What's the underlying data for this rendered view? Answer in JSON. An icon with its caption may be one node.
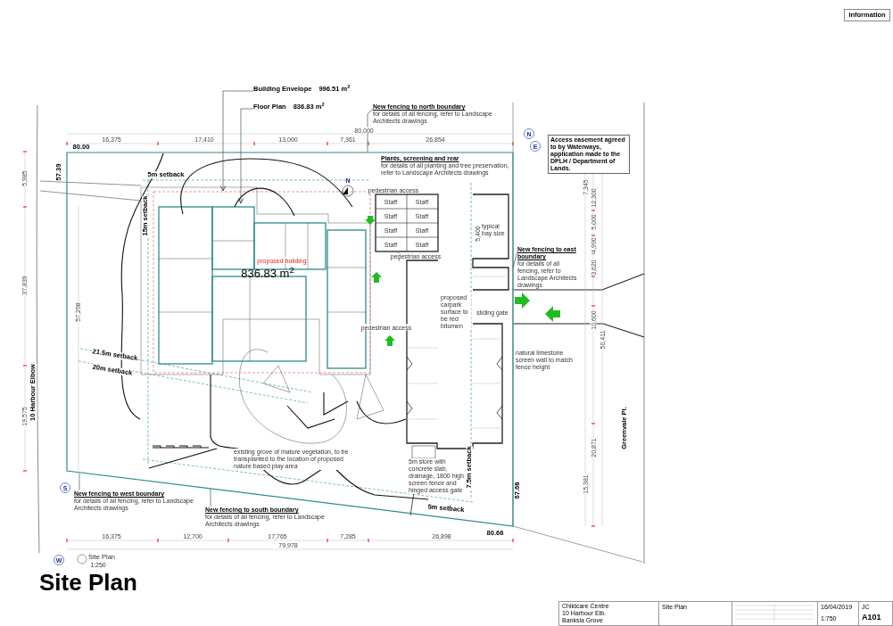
{
  "diagram": {
    "title": "Site Plan",
    "nodes": [
      {
        "text": [
          "Building Envelope",
          "996.51 m$^{2}$"
        ]
      },
      {
        "text": [
          "Floor Plan",
          "836.83 m$^{2}$"
        ]
      },
      {
        "text": [
          "New fencing to north boundary",
          "for details of all fencing, refer to Landscape Architects drawings"
        ]
      },
      {
        "text": [
          "New fencing to east boundary",
          "for details of all fencing, refer to Landscape Architects drawings"
        ]
      },
      {
        "text": [
          "New fencing to south boundary",
          "for details of all fencing, refer to Landscape Architects drawings"
        ]
      },
      {
        "text": [
          "New fencing to west boundary",
          "for details of all fencing, refer to Landscape Architects drawings"
        ]
      },
      {
        "text": [
          "Plants, screening and rear",
          "for details of all planting and tree preservation, refer to Landscape Architects drawings"
        ]
      }
    ],
    "edges": [
      {
        "from": 0,
        "to": null,
        "arrow": "to"
      },
      {
        "from": 1,
        "to": null,
        "arrow": "to"
      },
      {
        "from": 2,
        "to": null,
        "arrow": "none"
      },
      {
        "from": 3,
        "to": null,
        "arrow": "none"
      },
      {
        "from": 4,
        "to": null,
        "arrow": "none"
      },
      {
        "from": 5,
        "to": null,
        "arrow": "none"
      }
    ],
    "labels": [
      "information",
      "80,000",
      "16,375",
      "17,410",
      "13,000",
      "7,361",
      "26,854",
      "Access easement agreed to by Waterways, application made to the DPLH / Department of Lands.",
      "80.00",
      "5,985",
      "57.39",
      "5m setback",
      "7,345",
      "12,300",
      "pedestrian access",
      "Staff",
      "Staff",
      "Staff",
      "Staff",
      "Staff",
      "Staff",
      "Staff",
      "Staff",
      "15m setback",
      "5,400",
      "typical bay size",
      "5,000",
      "4,990",
      "pedestrian access",
      "proposed building",
      "3,620",
      "836.83 m$^{2}$",
      "37,839",
      "57,298",
      "proposed carpark surface to be red bitumen",
      "sliding gate",
      "10,600",
      "pedestrian access",
      "50,411",
      "natural limestone screen wall to match fence height",
      "21.5m setback",
      "20m setback",
      "10 Harbour Elbow",
      "19,575",
      "Greenvale Pl.",
      "20,871",
      "existing grove of mature vegetation, to be transplanted to the location of proposed nature based play area",
      "5m store with concrete slab, drainage, 1800 high screen fence and hinged access gate",
      "7.5m setback",
      "67.68",
      "15,381",
      "5m setback",
      "16,375",
      "12,700",
      "17,765",
      "7,285",
      "26,898",
      "80.66",
      "79,978",
      "Site Plan",
      "1:250",
      "Childcare Centre",
      "10 Harbour Elb.",
      "Banksia Grove",
      "Site Plan",
      "16/04/2019",
      "JC",
      "1:750",
      "A101",
      "N",
      "N",
      "E",
      "S",
      "W"
    ]
  }
}
